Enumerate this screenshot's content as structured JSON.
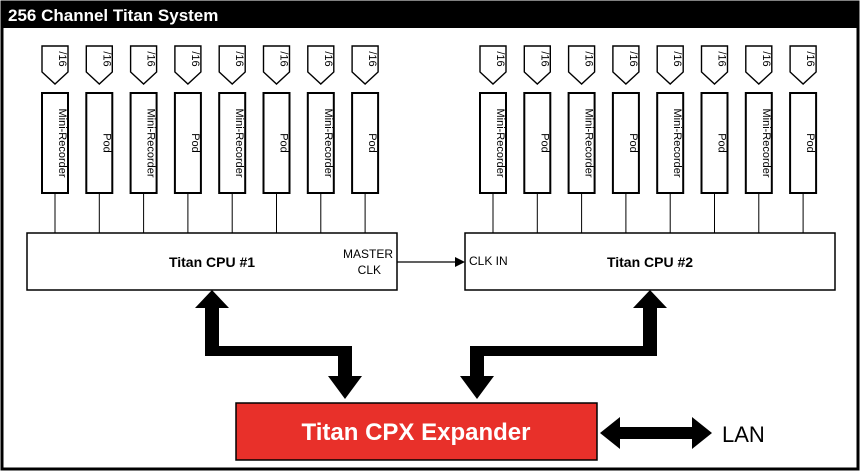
{
  "title": "256 Channel Titan System",
  "groups": [
    {
      "modules": [
        {
          "connector": "/16",
          "label": "Mini-Recorder"
        },
        {
          "connector": "/16",
          "label": "Pod"
        },
        {
          "connector": "/16",
          "label": "Mini-Recorder"
        },
        {
          "connector": "/16",
          "label": "Pod"
        },
        {
          "connector": "/16",
          "label": "Mini-Recorder"
        },
        {
          "connector": "/16",
          "label": "Pod"
        },
        {
          "connector": "/16",
          "label": "Mini-Recorder"
        },
        {
          "connector": "/16",
          "label": "Pod"
        }
      ],
      "cpu_label": "Titan CPU #1",
      "port_label_line1": "MASTER",
      "port_label_line2": "CLK"
    },
    {
      "modules": [
        {
          "connector": "/16",
          "label": "Mini-Recorder"
        },
        {
          "connector": "/16",
          "label": "Pod"
        },
        {
          "connector": "/16",
          "label": "Mini-Recorder"
        },
        {
          "connector": "/16",
          "label": "Pod"
        },
        {
          "connector": "/16",
          "label": "Mini-Recorder"
        },
        {
          "connector": "/16",
          "label": "Pod"
        },
        {
          "connector": "/16",
          "label": "Mini-Recorder"
        },
        {
          "connector": "/16",
          "label": "Pod"
        }
      ],
      "cpu_label": "Titan CPU #2",
      "port_label_line1": "CLK IN",
      "port_label_line2": ""
    }
  ],
  "expander": {
    "label": "Titan CPX Expander",
    "color": "#e8302a"
  },
  "network": {
    "label": "LAN"
  },
  "colors": {
    "title_bar": "#000000",
    "title_text": "#ffffff",
    "line": "#000000",
    "box_fill": "#ffffff"
  }
}
